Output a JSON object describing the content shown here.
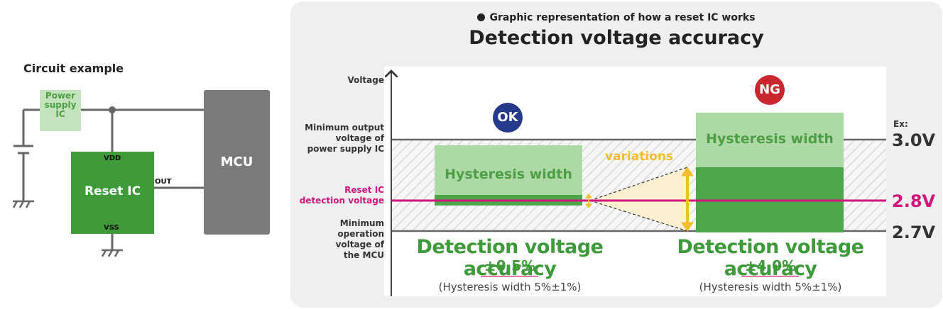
{
  "circuit": {
    "title": "Circuit example",
    "power_supply_ic": [
      "Power",
      "supply",
      "IC"
    ],
    "reset_ic": "Reset IC",
    "pin_vdd": "VDD",
    "pin_out": "OUT",
    "pin_vss": "VSS",
    "mcu": "MCU",
    "colors": {
      "reset_ic": "#3f9b3a",
      "power_ic": "#c3e3bc",
      "mcu": "#7a7a7a",
      "wire": "#666666"
    }
  },
  "graphic": {
    "subtitle": "Graphic representation of how a reset IC works",
    "title": "Detection voltage accuracy",
    "y_axis_label": "Voltage",
    "levels": {
      "min_output": [
        "Minimum output",
        "voltage of",
        "power supply IC"
      ],
      "reset_detection": [
        "Reset IC",
        "detection voltage"
      ],
      "min_operation": [
        "Minimum operation",
        "voltage of",
        "the MCU"
      ]
    },
    "example_label": "Ex:",
    "values": {
      "v_high": "3.0V",
      "v_detect": "2.8V",
      "v_low": "2.7V"
    },
    "ok": {
      "badge": "OK",
      "hysteresis_label": "Hysteresis width",
      "accuracy_title": "Detection voltage accuracy",
      "accuracy_value": "±0.5%",
      "note": "(Hysteresis width 5%±1%)"
    },
    "ng": {
      "badge": "NG",
      "hysteresis_label": "Hysteresis width",
      "accuracy_title": "Detection voltage accuracy",
      "accuracy_value": "±4.0%",
      "note": "(Hysteresis width 5%±1%)"
    },
    "variations_label": "variations",
    "colors": {
      "green_dark": "#4ea64a",
      "green_light": "#add9a6",
      "magenta": "#d0157c",
      "yellow": "#f2bd2c",
      "ok_badge": "#263a8c",
      "ng_badge": "#c8282d"
    }
  }
}
